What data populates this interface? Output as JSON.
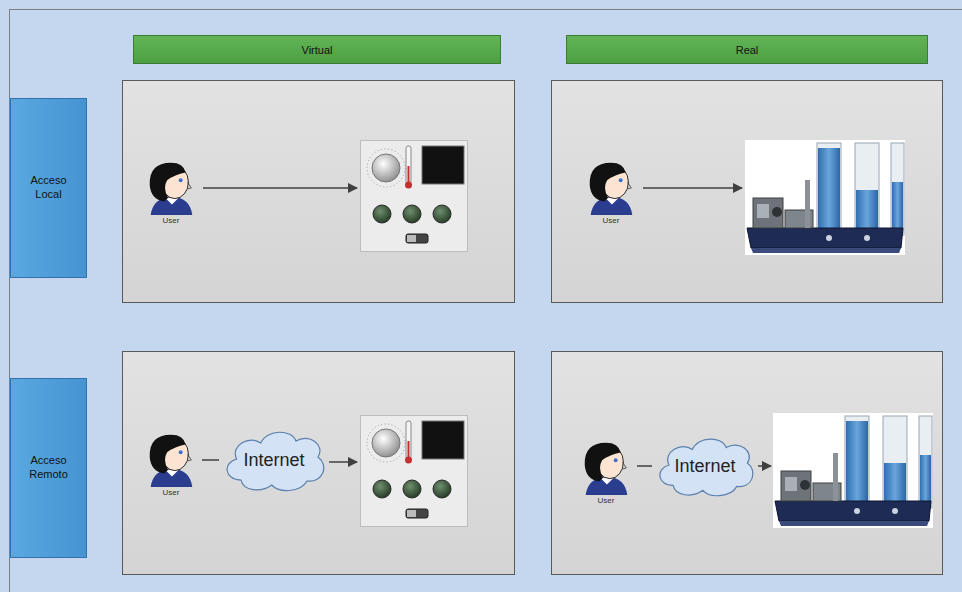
{
  "diagram": {
    "nodes": [
      {
        "text": [
          "Virtual"
        ]
      },
      {
        "text": [
          "Real"
        ]
      },
      {
        "text": [
          "Acceso Local"
        ]
      },
      {
        "text": [
          "User"
        ]
      },
      {
        "text": [
          "User"
        ]
      },
      {
        "text": [
          "Acceso Remoto"
        ]
      },
      {
        "text": [
          "User"
        ]
      },
      {
        "text": [
          "Internet"
        ]
      },
      {
        "text": [
          "User"
        ]
      },
      {
        "text": [
          "Internet"
        ]
      }
    ],
    "edges": [
      {
        "from": 6,
        "to": 7,
        "arrow": "none"
      },
      {
        "from": 8,
        "to": 9,
        "arrow": "none"
      }
    ]
  }
}
